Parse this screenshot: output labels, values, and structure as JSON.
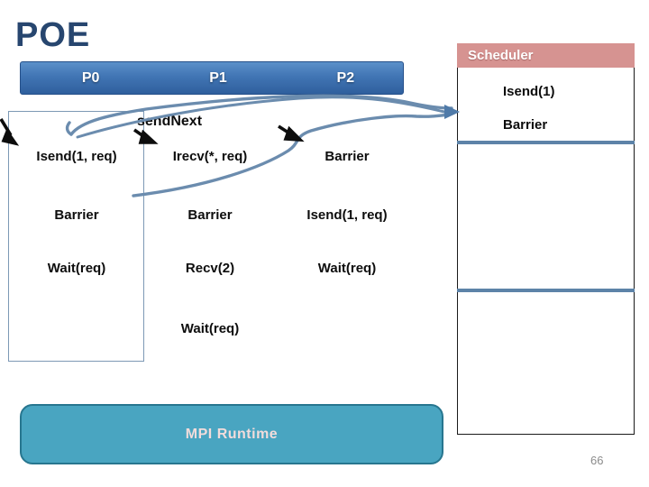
{
  "slide": {
    "title": "POE",
    "page_number": "66"
  },
  "process_bar": {
    "labels": [
      "P0",
      "P1",
      "P2"
    ]
  },
  "processes": [
    {
      "name": "P0",
      "ops": [
        "Isend(1, req)",
        "Barrier",
        "Wait(req)"
      ]
    },
    {
      "name": "P1",
      "ops": [
        "Irecv(*, req)",
        "Barrier",
        "Recv(2)",
        "Wait(req)"
      ]
    },
    {
      "name": "P2",
      "ops": [
        "Barrier",
        "Isend(1, req)",
        "Wait(req)"
      ]
    }
  ],
  "flow": {
    "send_next_label": "sendNext"
  },
  "scheduler": {
    "title": "Scheduler",
    "entries": [
      "Isend(1)",
      "Barrier"
    ]
  },
  "runtime": {
    "label": "MPI Runtime"
  },
  "colors": {
    "title_text": "#27466f",
    "process_bar_blue": "#3a6ca8",
    "scheduler_header_pink": "#d69391",
    "runtime_teal": "#49a5c1",
    "runtime_text": "#f2dcdb",
    "connector_blue": "#6b8cae",
    "divider_blue": "#5d83a8",
    "arrow_black": "#0d0d0d"
  }
}
